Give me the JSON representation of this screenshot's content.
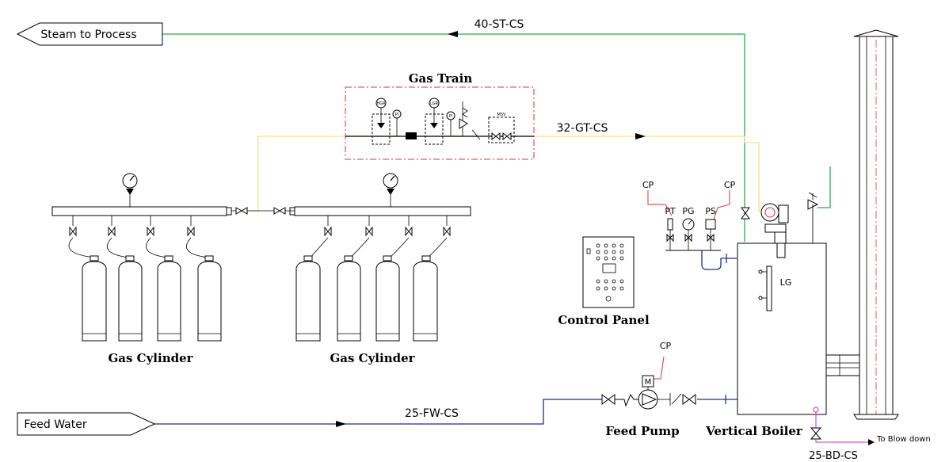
{
  "io": {
    "steam_out": "Steam to Process",
    "feed_in": "Feed Water",
    "blowdown": "To Blow down"
  },
  "lines": {
    "steam": "40-ST-CS",
    "gas": "32-GT-CS",
    "feed": "25-FW-CS",
    "blowdown": "25-BD-CS"
  },
  "equipment": {
    "gas_train": "Gas Train",
    "gas_cylinder_left": "Gas Cylinder",
    "gas_cylinder_right": "Gas Cylinder",
    "control_panel": "Control Panel",
    "feed_pump": "Feed Pump",
    "vertical_boiler": "Vertical Boiler"
  },
  "instruments": {
    "pt": "PT",
    "pg": "PG",
    "ps": "PS",
    "lg": "LG",
    "cp_left": "CP",
    "cp_right": "CP",
    "cp_pump": "CP",
    "motor": "M",
    "hgr": "HGR",
    "lgr": "LGR",
    "pi_1": "PI",
    "pi_2": "PI",
    "msv": "MSV"
  },
  "colors": {
    "steam_line": "#22b14c",
    "gas_line": "#f5e08a",
    "feed_line": "#1f2f8f",
    "gas_train_boundary": "#e53030",
    "signal_line": "#e53030",
    "stack_centerline": "#e53030",
    "outline": "#000000"
  }
}
